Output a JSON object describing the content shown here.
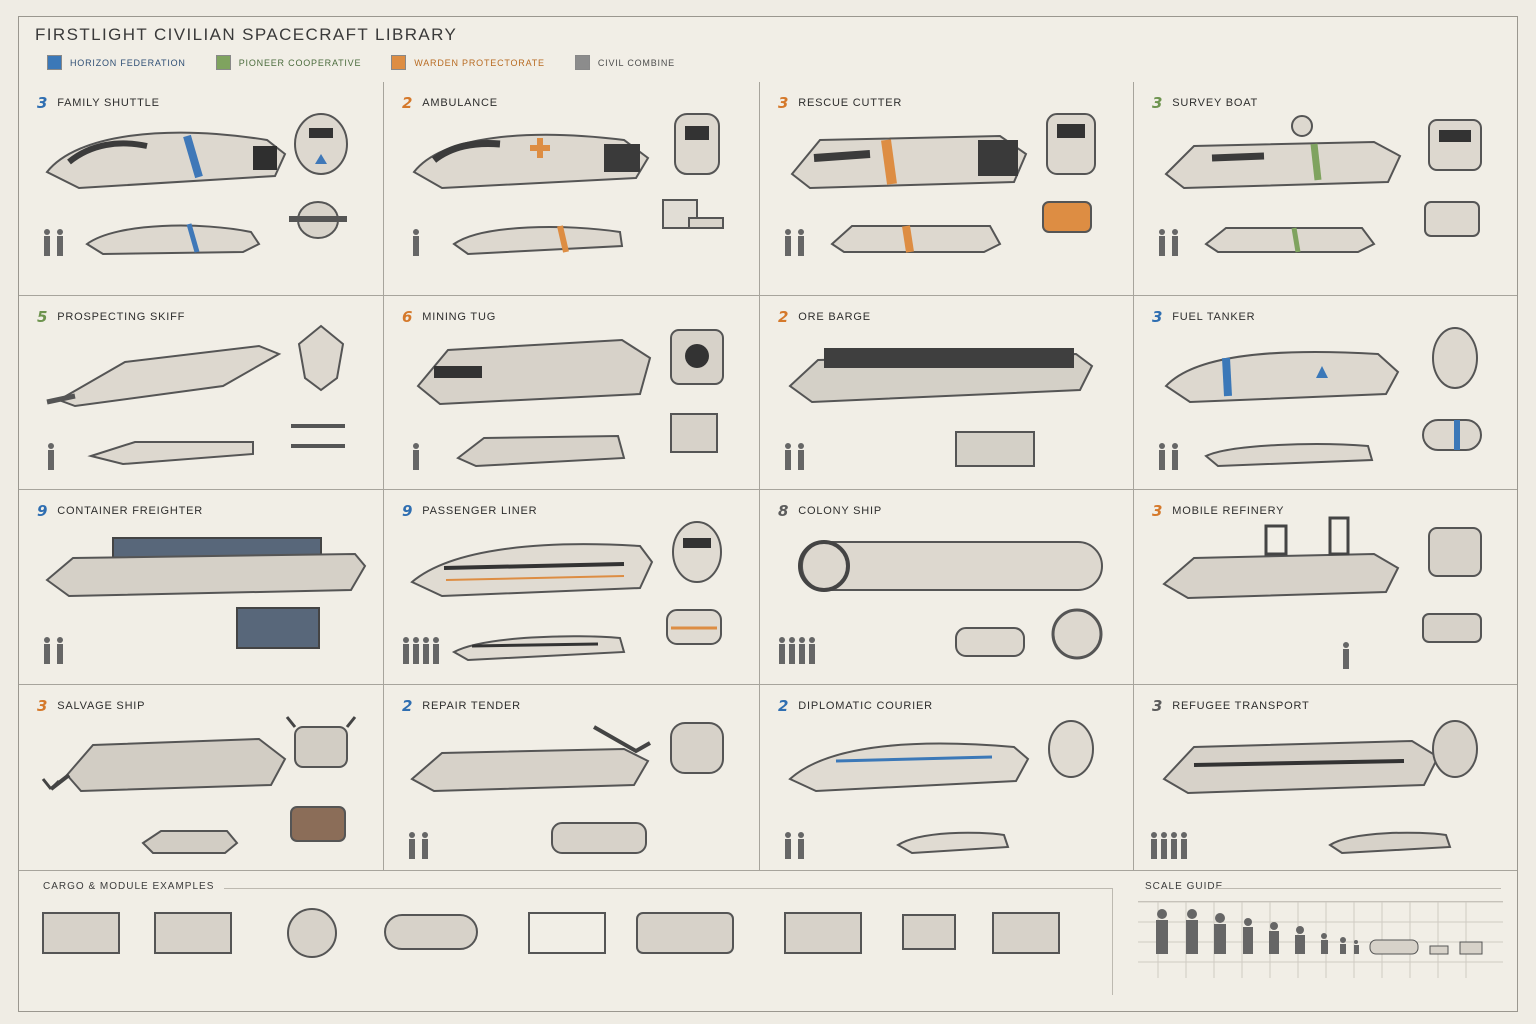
{
  "title": "FIRSTLIGHT CIVILIAN SPACECRAFT LIBRARY",
  "legend": [
    {
      "label": "HORIZON FEDERATION",
      "color": "#3b78b8"
    },
    {
      "label": "PIONEER COOPERATIVE",
      "color": "#7fa35f"
    },
    {
      "label": "WARDEN PROTECTORATE",
      "color": "#dd8d43"
    },
    {
      "label": "CIVIL COMBINE",
      "color": "#8c8c8c"
    }
  ],
  "panels": [
    {
      "badge": "3",
      "badge_color": "blue",
      "title": "FAMILY SHUTTLE"
    },
    {
      "badge": "2",
      "badge_color": "orange",
      "title": "AMBULANCE"
    },
    {
      "badge": "3",
      "badge_color": "orange",
      "title": "RESCUE CUTTER"
    },
    {
      "badge": "3",
      "badge_color": "green",
      "title": "SURVEY BOAT"
    },
    {
      "badge": "5",
      "badge_color": "green",
      "title": "PROSPECTING SKIFF"
    },
    {
      "badge": "6",
      "badge_color": "orange",
      "title": "MINING TUG"
    },
    {
      "badge": "2",
      "badge_color": "orange",
      "title": "ORE BARGE"
    },
    {
      "badge": "3",
      "badge_color": "blue",
      "title": "FUEL TANKER"
    },
    {
      "badge": "9",
      "badge_color": "blue",
      "title": "CONTAINER FREIGHTER"
    },
    {
      "badge": "9",
      "badge_color": "blue",
      "title": "PASSENGER LINER"
    },
    {
      "badge": "8",
      "badge_color": "gray",
      "title": "COLONY SHIP"
    },
    {
      "badge": "3",
      "badge_color": "orange",
      "title": "MOBILE REFINERY"
    },
    {
      "badge": "3",
      "badge_color": "orange",
      "title": "SALVAGE SHIP"
    },
    {
      "badge": "2",
      "badge_color": "blue",
      "title": "REPAIR TENDER"
    },
    {
      "badge": "2",
      "badge_color": "blue",
      "title": "DIPLOMATIC COURIER"
    },
    {
      "badge": "3",
      "badge_color": "gray",
      "title": "REFUGEE TRANSPORT"
    }
  ],
  "bottom": {
    "cargo_label": "CARGO & MODULE EXAMPLES",
    "scale_label": "SCALE GUIDE"
  }
}
